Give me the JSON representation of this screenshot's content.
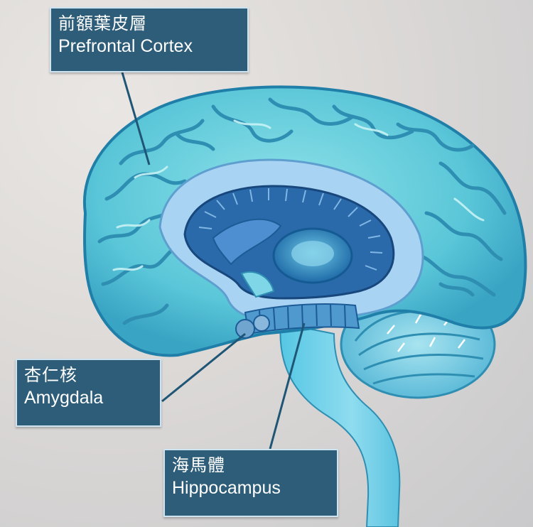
{
  "labels": {
    "prefrontal": {
      "zh": "前額葉皮層",
      "en": "Prefrontal Cortex"
    },
    "amygdala": {
      "zh": "杏仁核",
      "en": "Amygdala"
    },
    "hippocampus": {
      "zh": "海馬體",
      "en": "Hippocampus"
    }
  },
  "colors": {
    "label_background": "#2d5d78",
    "label_border": "#cde4f0",
    "cortex": "#6ad2dc",
    "cortex_fold": "#2f8fb3",
    "inner_light": "#a9d3f2",
    "inner_dark": "#1f5e9e",
    "cerebellum": "#7fd0e5"
  }
}
